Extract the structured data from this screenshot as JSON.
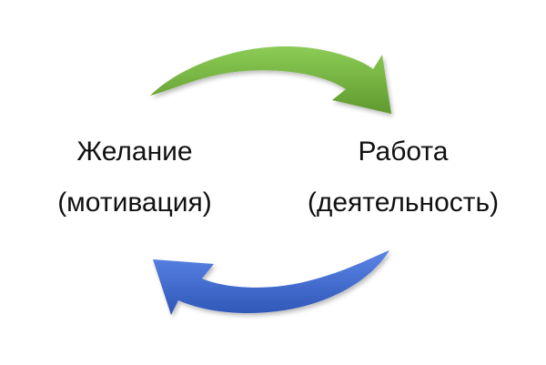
{
  "nodes": {
    "left": {
      "title": "Желание",
      "subtitle": "(мотивация)"
    },
    "right": {
      "title": "Работа",
      "subtitle": "(деятельность)"
    }
  },
  "arrows": {
    "top": {
      "direction": "left-to-right",
      "color": "#6aaa34",
      "highlight": "#8ccb56",
      "icon": "curved-arrow-right-icon"
    },
    "bottom": {
      "direction": "right-to-left",
      "color": "#3a66cc",
      "highlight": "#5b85e5",
      "icon": "curved-arrow-left-icon"
    }
  }
}
